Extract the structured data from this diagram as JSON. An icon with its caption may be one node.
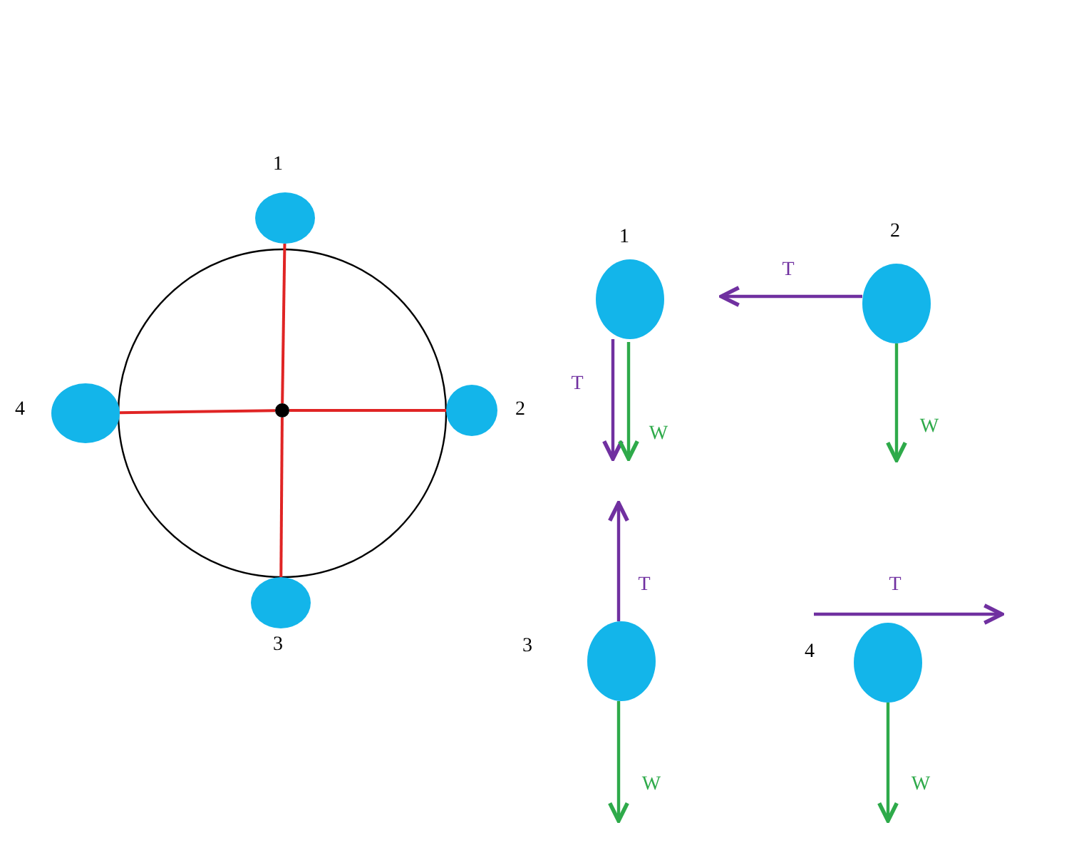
{
  "diagram": {
    "nodes": [
      {
        "text": [],
        "shape": "circle",
        "beside": [
          "1"
        ]
      },
      {
        "text": [],
        "shape": "circle",
        "beside": [
          "4"
        ]
      },
      {
        "text": [],
        "shape": "circle"
      },
      {
        "text": [],
        "shape": "circle",
        "beside": [
          "2"
        ]
      },
      {
        "text": [],
        "shape": "circle",
        "beside": [
          "3"
        ]
      },
      {
        "text": [],
        "shape": "circle",
        "beside": [
          "1"
        ]
      },
      {
        "text": [],
        "shape": "circle",
        "beside": [
          "2"
        ]
      },
      {
        "text": [],
        "shape": "circle",
        "beside": [
          "3"
        ]
      },
      {
        "text": [],
        "shape": "circle",
        "beside": [
          "4"
        ]
      }
    ],
    "edges": [
      {
        "from": 2,
        "to": 0,
        "arrow": "none",
        "color": "#e02424"
      },
      {
        "from": 2,
        "to": 3,
        "arrow": "none",
        "color": "#e02424"
      },
      {
        "from": 2,
        "to": 4,
        "arrow": "none",
        "color": "#e02424"
      },
      {
        "from": 2,
        "to": 1,
        "arrow": "none",
        "color": "#e02424"
      }
    ],
    "labels": [
      "T",
      "W",
      "T",
      "W",
      "T",
      "W",
      "T",
      "W"
    ]
  }
}
